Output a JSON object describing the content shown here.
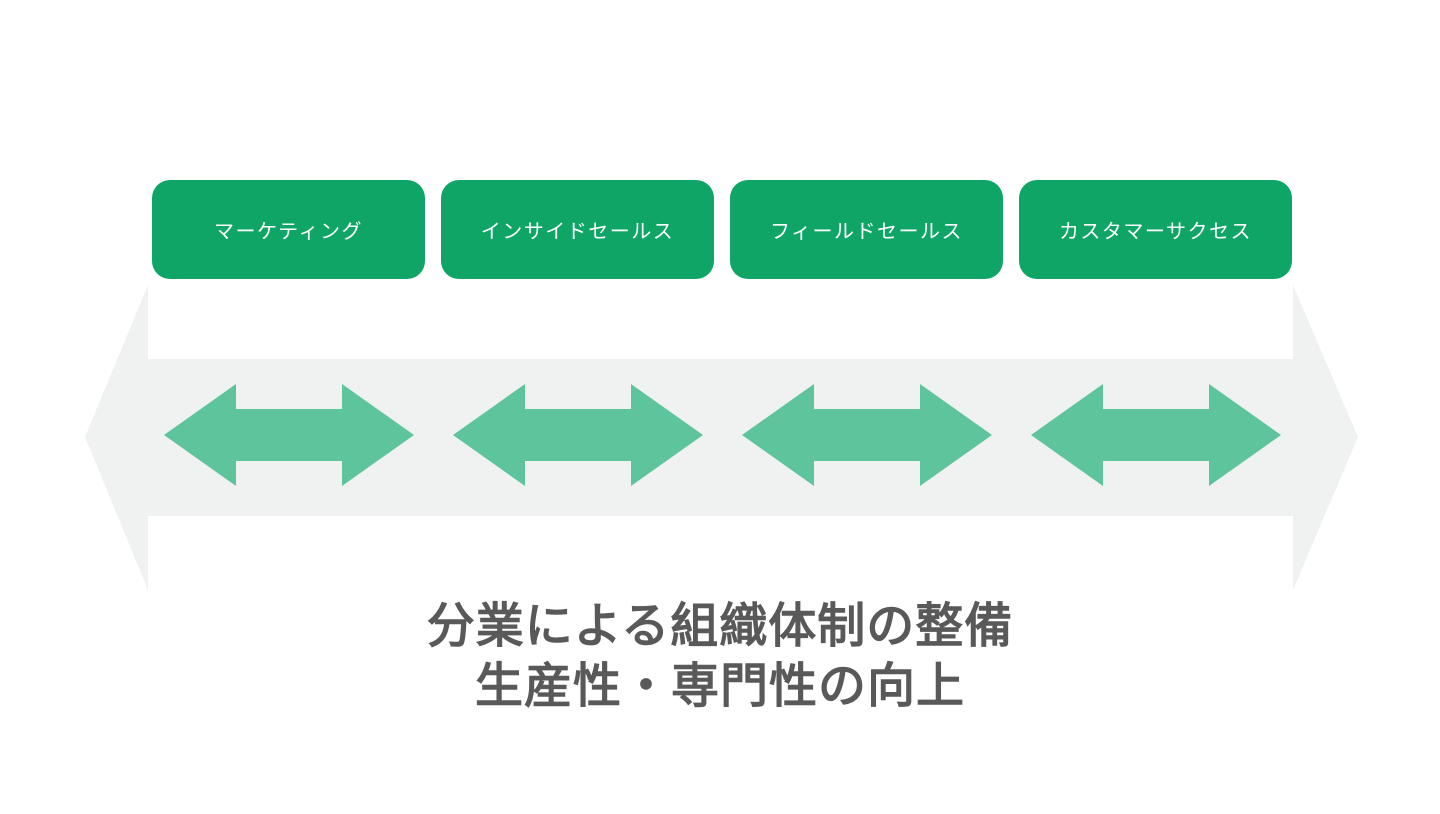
{
  "diagram": {
    "departments": [
      {
        "label": "マーケティング"
      },
      {
        "label": "インサイドセールス"
      },
      {
        "label": "フィールドセールス"
      },
      {
        "label": "カスタマーサクセス"
      }
    ],
    "caption": {
      "line1": "分業による組織体制の整備",
      "line2": "生産性・専門性の向上"
    },
    "colors": {
      "box_green": "#0FA567",
      "arrow_green": "#5EC49B",
      "band_gray": "#F0F1F1",
      "caption_gray": "#595959",
      "box_text": "#FFFFFF",
      "background": "#FFFFFF"
    }
  }
}
